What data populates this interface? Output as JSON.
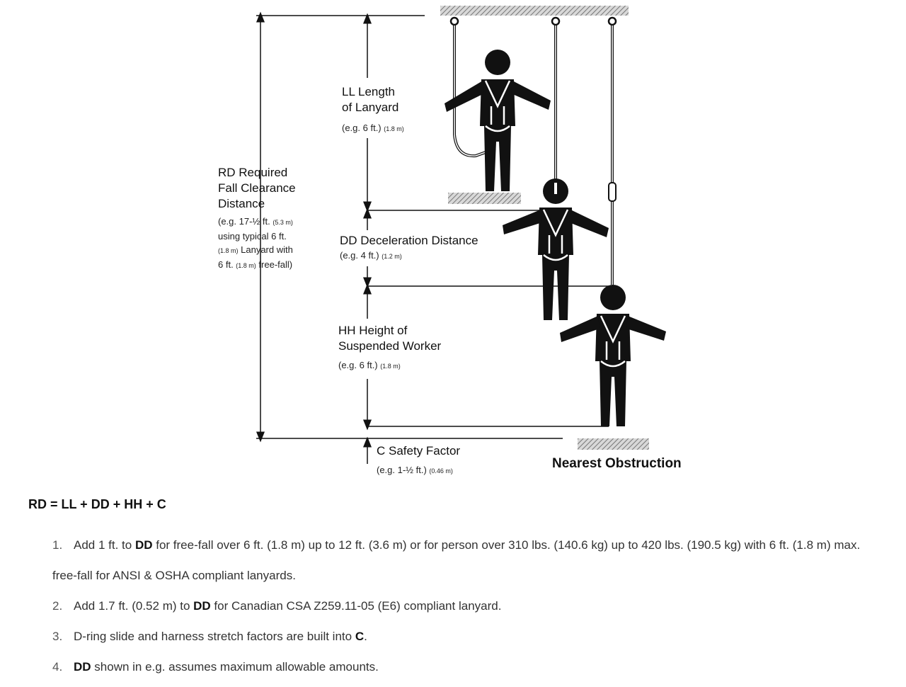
{
  "labels": {
    "rd": {
      "lines": [
        "RD Required",
        "Fall Clearance",
        "Distance"
      ],
      "example_lines": [
        "(e.g. 17-½ ft. ",
        "using typical 6 ft.",
        " Lanyard with",
        "6 ft. ",
        " free-fall)"
      ],
      "metric_1": "(5.3 m)",
      "metric_2": "(1.8 m)",
      "metric_3": "(1.8 m)"
    },
    "ll": {
      "lines": [
        "LL Length",
        "of Lanyard"
      ],
      "example": "(e.g. 6 ft.) ",
      "metric": "(1.8 m)"
    },
    "dd": {
      "line": "DD Deceleration Distance",
      "example": "(e.g. 4 ft.) ",
      "metric": "(1.2 m)"
    },
    "hh": {
      "lines": [
        "HH Height of",
        "Suspended Worker"
      ],
      "example": "(e.g. 6 ft.) ",
      "metric": "(1.8 m)"
    },
    "c": {
      "line": "C Safety Factor",
      "example": "(e.g. 1-½ ft.) ",
      "metric": "(0.46 m)"
    },
    "nearest_obstruction": "Nearest Obstruction"
  },
  "formula": "RD = LL + DD + HH + C",
  "notes": [
    {
      "num": "1.",
      "pre": "Add 1 ft. to ",
      "bold": "DD",
      "post": " for free-fall over 6 ft. (1.8 m) up to 12 ft. (3.6 m) or for person over 310 lbs. (140.6 kg) up to 420 lbs. (190.5 kg) with 6 ft. (1.8 m) max. free-fall for ANSI & OSHA compliant lanyards."
    },
    {
      "num": "2.",
      "pre": "Add 1.7 ft. (0.52 m) to ",
      "bold": "DD",
      "post": " for Canadian CSA Z259.11-05 (E6) compliant lanyard."
    },
    {
      "num": "3.",
      "pre": "D-ring slide and harness stretch factors are built into ",
      "bold": "C",
      "post": "."
    },
    {
      "num": "4.",
      "pre": "",
      "bold": "DD",
      "post": " shown in e.g. assumes maximum allowable amounts."
    }
  ],
  "colors": {
    "ink": "#111111",
    "hatch": "#888888"
  }
}
